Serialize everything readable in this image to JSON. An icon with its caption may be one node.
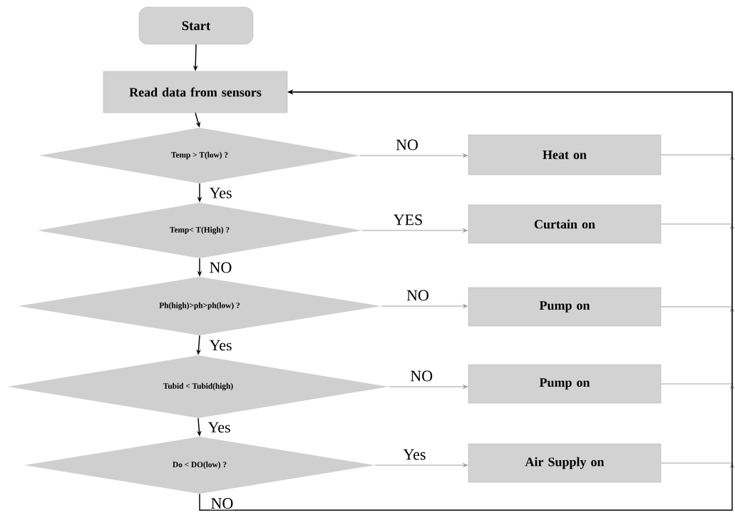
{
  "diagram": {
    "nodes": [
      {
        "text": [
          "Start"
        ]
      },
      {
        "text": [
          "Read data from sensors"
        ]
      },
      {
        "text": [
          "Temp > T(low) ?"
        ]
      },
      {
        "text": [
          "Heat on"
        ]
      },
      {
        "text": [
          "Temp< T(High) ?"
        ]
      },
      {
        "text": [
          "Curtain on"
        ]
      },
      {
        "text": [
          "Ph(high)>ph>ph(low) ?"
        ]
      },
      {
        "text": [
          "Pump on"
        ]
      },
      {
        "text": [
          "Tubid < Tubid(high)"
        ]
      },
      {
        "text": [
          "Pump on"
        ]
      },
      {
        "text": [
          "Do < DO(low) ?"
        ]
      },
      {
        "text": [
          "Air Supply on"
        ]
      }
    ],
    "edges": [
      {
        "from": 0,
        "to": 1,
        "arrow": "to",
        "color": "#000000"
      },
      {
        "from": 1,
        "to": 2,
        "arrow": "to",
        "color": "#000000"
      },
      {
        "from": 2,
        "to": 3,
        "arrow": "to",
        "label": "NO"
      },
      {
        "from": 2,
        "to": 4,
        "arrow": "to",
        "label": "Yes",
        "color": "#000000"
      },
      {
        "from": 4,
        "to": 5,
        "arrow": "to",
        "label": "YES"
      },
      {
        "from": 4,
        "to": 6,
        "arrow": "to",
        "label": "NO",
        "color": "#000000"
      },
      {
        "from": 6,
        "to": 7,
        "arrow": "to",
        "label": "NO"
      },
      {
        "from": 6,
        "to": 8,
        "arrow": "to",
        "label": "Yes",
        "color": "#000000"
      },
      {
        "from": 8,
        "to": 9,
        "arrow": "to",
        "label": "NO"
      },
      {
        "from": 8,
        "to": 10,
        "arrow": "to",
        "label": "Yes",
        "color": "#000000"
      },
      {
        "from": 10,
        "to": 11,
        "arrow": "to",
        "label": "Yes"
      },
      {
        "from": 3,
        "to": 1,
        "arrow": "to"
      },
      {
        "from": 5,
        "to": 1,
        "arrow": "to"
      },
      {
        "from": 7,
        "to": 1,
        "arrow": "to"
      },
      {
        "from": 9,
        "to": 1,
        "arrow": "to"
      },
      {
        "from": 11,
        "to": 1,
        "arrow": "to"
      },
      {
        "from": 10,
        "to": 1,
        "arrow": "to",
        "label": "NO",
        "color": "#000000"
      }
    ]
  }
}
